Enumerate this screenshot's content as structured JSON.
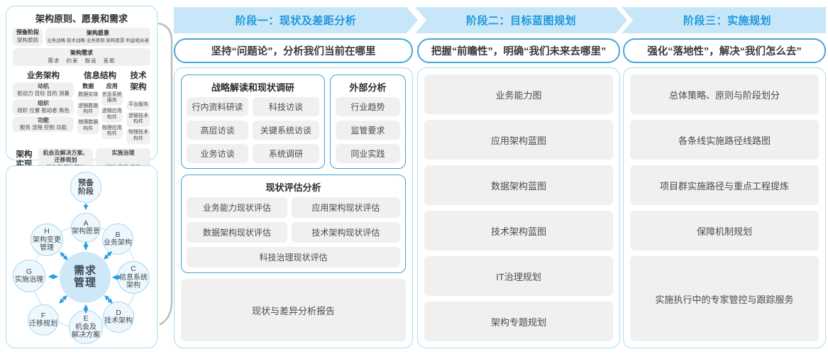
{
  "panel_top": {
    "title": "架构原则、愿景和需求",
    "prep": {
      "title": "预备阶段",
      "sub": "架构原则"
    },
    "vision": {
      "title": "架构愿景",
      "sub": "业务战略 技术战略 业务原则 架构愿景 利益相关者"
    },
    "requirement": {
      "title": "架构需求",
      "sub": "需求   约束   假设   差距"
    },
    "business": {
      "header": "业务架构",
      "motivation": {
        "title": "动机",
        "sub": "驱动力 目标 目的 测量"
      },
      "organization": {
        "title": "组织",
        "sub": "组织 位置 驱动者 角色"
      },
      "function": {
        "title": "功能",
        "sub": "服务 流程 控制 功能"
      }
    },
    "information": {
      "header": "信息结构",
      "data": {
        "header": "数据",
        "items": [
          "数据实体",
          "逻辑数据\n构件",
          "物理数据\n构件"
        ]
      },
      "application": {
        "header": "应用",
        "items": [
          "信息系统\n服务",
          "逻辑应用\n构件",
          "物理应用\n构件"
        ]
      }
    },
    "technology": {
      "header": "技术架构",
      "items": [
        "平台服务",
        "逻辑技术\n构件",
        "物理技术\n构件"
      ]
    },
    "implementation": {
      "label": "架构\n实现",
      "opportunity": {
        "title": "机会及解决方案、\n迁移规划",
        "sub": "工作包  架构契约"
      },
      "governance": {
        "title": "实施治理",
        "sub": "标准  指引  规格"
      }
    }
  },
  "cycle": {
    "prep": "预备\n阶段",
    "center": "需求\n管理",
    "nodes": {
      "a": {
        "id": "A",
        "label": "架构愿景"
      },
      "b": {
        "id": "B",
        "label": "业务架构"
      },
      "c": {
        "id": "C",
        "label": "信息系统\n架构"
      },
      "d": {
        "id": "D",
        "label": "技术架构"
      },
      "e": {
        "id": "E",
        "label": "机会及\n解决方案"
      },
      "f": {
        "id": "F",
        "label": "迁移规划"
      },
      "g": {
        "id": "G",
        "label": "实施治理"
      },
      "h": {
        "id": "H",
        "label": "架构变更\n管理"
      }
    }
  },
  "phase1": {
    "header": "阶段一：现状及差距分析",
    "slogan": "坚持“问题论”，分析我们当前在哪里",
    "research": {
      "title": "战略解读和现状调研",
      "items": [
        "行内资料研读",
        "科技访谈",
        "高层访谈",
        "关键系统访谈",
        "业务访谈",
        "系统调研"
      ]
    },
    "external": {
      "title": "外部分析",
      "items": [
        "行业趋势",
        "监管要求",
        "同业实践"
      ]
    },
    "assessment": {
      "title": "现状评估分析",
      "items": [
        "业务能力现状评估",
        "应用架构现状评估",
        "数据架构现状评估",
        "技术架构现状评估",
        "科技治理现状评估"
      ]
    },
    "report": "现状与差异分析报告"
  },
  "phase2": {
    "header": "阶段二：目标蓝图规划",
    "slogan": "把握“前瞻性”，明确“我们未来去哪里”",
    "items": [
      "业务能力图",
      "应用架构蓝图",
      "数据架构蓝图",
      "技术架构蓝图",
      "IT治理规划",
      "架构专题规划"
    ]
  },
  "phase3": {
    "header": "阶段三：实施规划",
    "slogan": "强化“落地性”，解决“我们怎么去”",
    "items": [
      "总体策略、原则与阶段划分",
      "各条线实施路径线路图",
      "项目群实施路径与重点工程提炼",
      "保障机制规划",
      "实施执行中的专家管控与跟踪服务"
    ]
  },
  "colors": {
    "band_bg": "#c7e7f8",
    "band_text": "#1f97de",
    "pill_border": "#47a7db",
    "panel_border": "#aedcf4",
    "inner_border": "#3fa2dc",
    "box_gray": "#f0f0f0",
    "arrow_blue": "#2b9fe2"
  }
}
